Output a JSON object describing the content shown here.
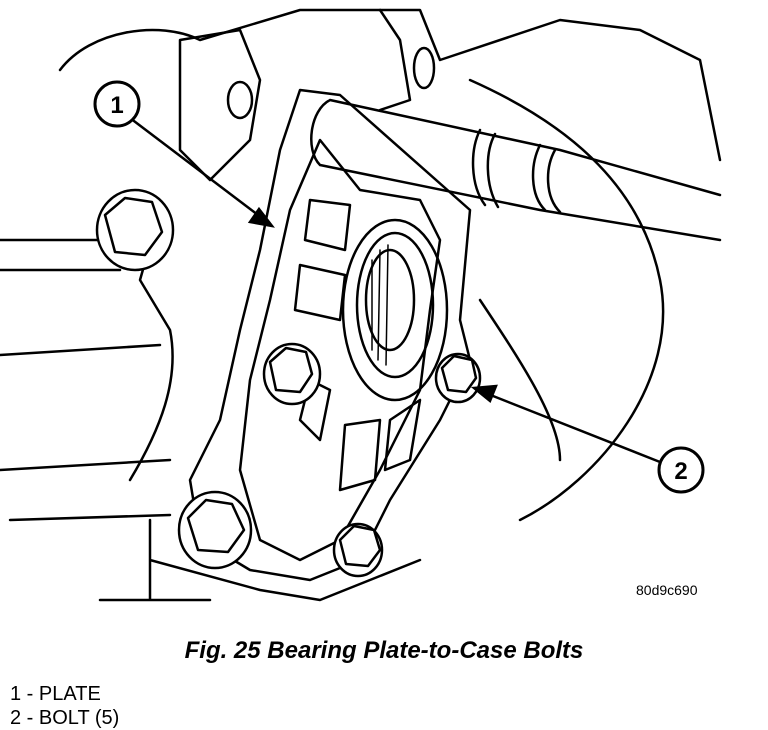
{
  "figure": {
    "image_code": "80d9c690",
    "caption": "Fig. 25 Bearing Plate-to-Case Bolts"
  },
  "callouts": [
    {
      "number": "1"
    },
    {
      "number": "2"
    }
  ],
  "legend": [
    {
      "number": "1",
      "separator": " - ",
      "label": "PLATE"
    },
    {
      "number": "2",
      "separator": " - ",
      "label": "BOLT (5)"
    }
  ]
}
